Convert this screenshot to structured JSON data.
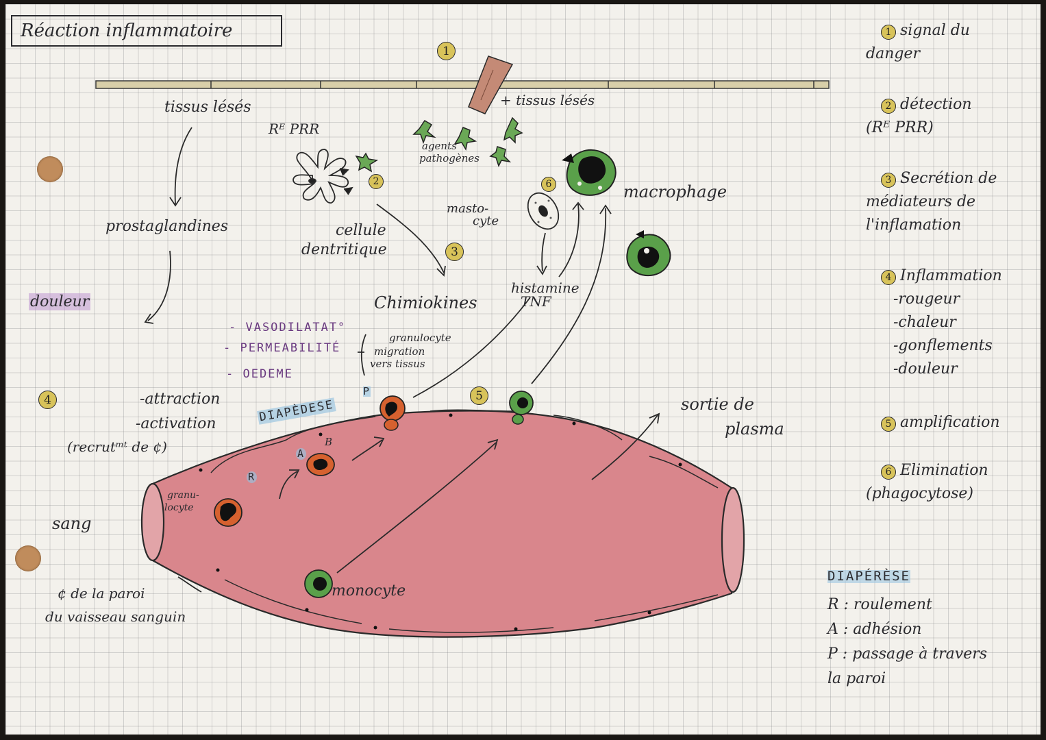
{
  "title": "Réaction inflammatoire",
  "labels": {
    "tissus_leses": "tissus lésés",
    "tissus_leses_plus": "+ tissus lésés",
    "re_prr": "Rᴱ PRR",
    "agents_1": "agents",
    "agents_2": "pathogènes",
    "cellule_1": "cellule",
    "cellule_2": "dentritique",
    "prostaglandines": "prostaglandines",
    "douleur": "douleur",
    "mastocyte_1": "masto-",
    "mastocyte_2": "cyte",
    "histamine": "histamine",
    "tnf": "TNF",
    "chimiokines": "Chimiokines",
    "macrophage": "macrophage",
    "vasodilatat": "- VASODILATAT°",
    "permeabilite": "- PERMEABILITÉ",
    "oedeme": "- OEDEME",
    "granulocyte_1": "granulocyte",
    "granulocyte_2": "migration",
    "granulocyte_3": "vers tissus",
    "attraction": "-attraction",
    "activation": "-activation",
    "recrutement": "(recrutᵐᵗ de ¢)",
    "diapedese": "DIAPÈDESE",
    "p_letter": "P",
    "a_letter": "A",
    "b_letter": "B",
    "r_letter": "R",
    "granu_1": "granu-",
    "granu_2": "locyte",
    "sang": "sang",
    "paroi_1": "¢ de la paroi",
    "paroi_2": "du vaisseau sanguin",
    "monocyte": "monocyte",
    "sortie_1": "sortie de",
    "sortie_2": "plasma"
  },
  "markers": {
    "m1": "1",
    "m2": "2",
    "m3": "3",
    "m4": "4",
    "m5": "5",
    "m6": "6"
  },
  "legend": {
    "items": [
      {
        "num": "1",
        "lines": [
          "signal du",
          "danger"
        ]
      },
      {
        "num": "2",
        "lines": [
          "détection",
          "(Rᴱ PRR)"
        ]
      },
      {
        "num": "3",
        "lines": [
          "Secrétion de",
          "médiateurs de",
          "l'inflamation"
        ]
      },
      {
        "num": "4",
        "lines": [
          "Inflammation",
          "-rougeur",
          "-chaleur",
          "-gonflements",
          "-douleur"
        ]
      },
      {
        "num": "5",
        "lines": [
          "amplification"
        ]
      },
      {
        "num": "6",
        "lines": [
          "Elimination",
          "(phagocytose)"
        ]
      }
    ],
    "diapedese_title": "DIAPÉRÈSE",
    "diapedese_items": [
      "R : roulement",
      "A : adhésion",
      "P : passage à travers",
      "la paroi"
    ]
  },
  "colors": {
    "vessel": "#d9868c",
    "green_cell": "#5aa04a",
    "orange_cell": "#d6612f",
    "marker": "#d8c35a",
    "highlight_purple": "#be96d2",
    "highlight_blue": "#96c3e1"
  }
}
